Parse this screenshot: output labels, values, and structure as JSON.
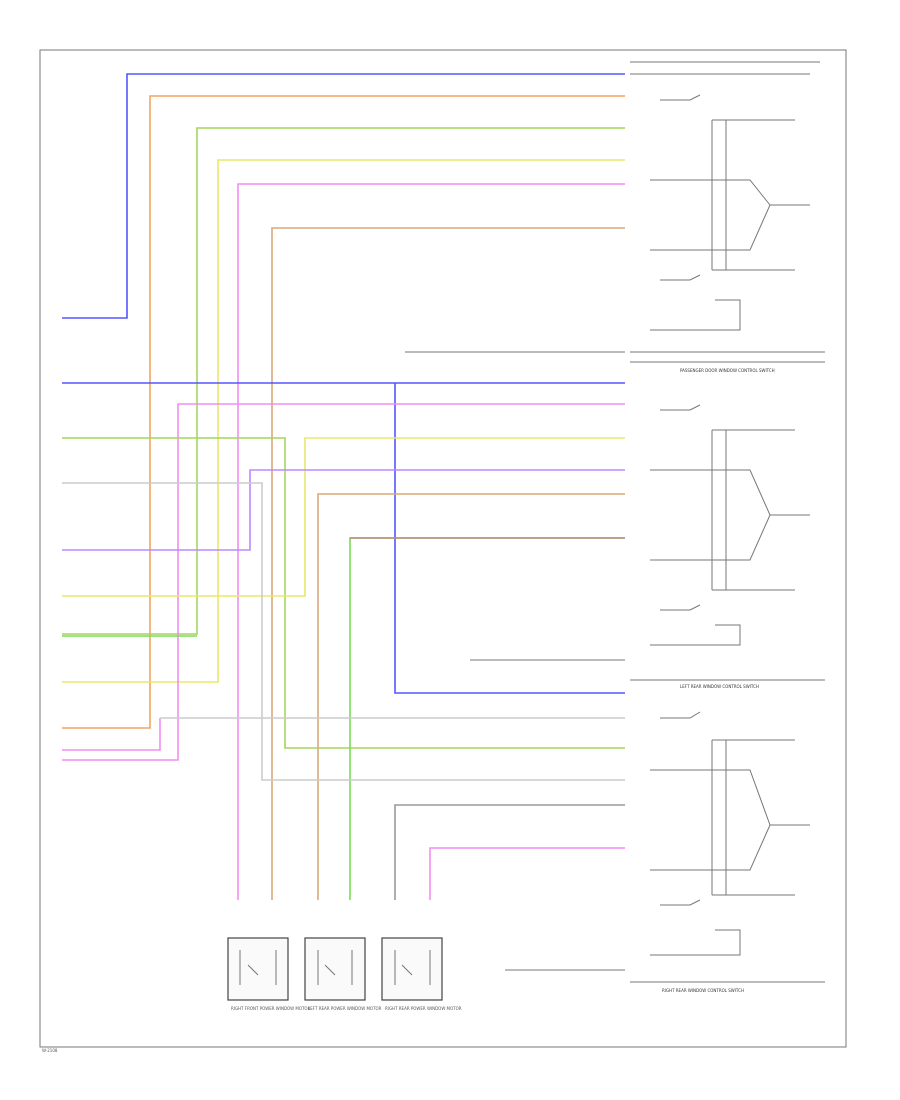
{
  "page_code": "W-2108",
  "colors": {
    "BLU": "#5555ff",
    "ORG": "#f4a460",
    "GRN": "#a4d65e",
    "YEL": "#e8e86a",
    "PNK": "#f08df0",
    "VIO": "#bb88ff",
    "LTGRN": "#77dd55",
    "GRY": "#9a9a9a",
    "TAN": "#d9a97a",
    "BRN": "#b98a7a",
    "WHT": "#cccccc"
  },
  "sections": {
    "passenger_switch": "PASSENGER DOOR WINDOW CONTROL SWITCH",
    "left_rear_switch": "LEFT REAR WINDOW CONTROL SWITCH",
    "right_rear_switch": "RIGHT REAR WINDOW CONTROL SWITCH"
  },
  "motors": [
    {
      "name": "RIGHT FRONT POWER WINDOW MOTOR"
    },
    {
      "name": "LEFT REAR POWER WINDOW MOTOR"
    },
    {
      "name": "RIGHT REAR POWER WINDOW MOTOR"
    }
  ]
}
